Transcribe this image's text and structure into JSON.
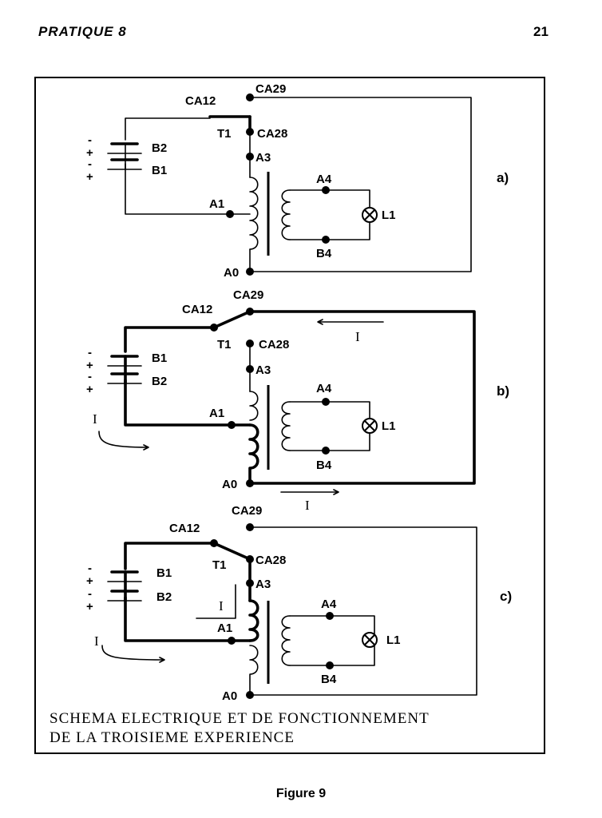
{
  "header": {
    "left": "PRATIQUE 8",
    "right": "21"
  },
  "figure": {
    "caption_line1": "SCHEMA ELECTRIQUE ET DE FONCTIONNEMENT",
    "caption_line2": "DE LA TROISIEME EXPERIENCE",
    "label": "Figure 9"
  },
  "panels": [
    {
      "id": "a",
      "sublabel": "a)",
      "contacts": {
        "common": "CA12",
        "nc": "CA29",
        "no": "CA28",
        "switch": "T1"
      },
      "battery": {
        "upper": "B2",
        "lower": "B1",
        "signs": [
          "-",
          "+",
          "-",
          "+"
        ]
      },
      "coil": {
        "top": "A3",
        "tap": "A1",
        "bottom": "A0"
      },
      "secondary": {
        "top": "A4",
        "bottom": "B4",
        "lamp": "L1"
      },
      "current_label": ""
    },
    {
      "id": "b",
      "sublabel": "b)",
      "contacts": {
        "common": "CA12",
        "nc": "CA29",
        "no": "CA28",
        "switch": "T1"
      },
      "battery": {
        "upper": "B1",
        "lower": "B2",
        "signs": [
          "-",
          "+",
          "-",
          "+"
        ]
      },
      "coil": {
        "top": "A3",
        "tap": "A1",
        "bottom": "A0"
      },
      "secondary": {
        "top": "A4",
        "bottom": "B4",
        "lamp": "L1"
      },
      "current_label": "I"
    },
    {
      "id": "c",
      "sublabel": "c)",
      "contacts": {
        "common": "CA12",
        "nc": "CA29",
        "no": "CA28",
        "switch": "T1"
      },
      "battery": {
        "upper": "B1",
        "lower": "B2",
        "signs": [
          "-",
          "+",
          "-",
          "+"
        ]
      },
      "coil": {
        "top": "A3",
        "tap": "A1",
        "bottom": "A0"
      },
      "secondary": {
        "top": "A4",
        "bottom": "B4",
        "lamp": "L1"
      },
      "current_label": "I"
    }
  ]
}
